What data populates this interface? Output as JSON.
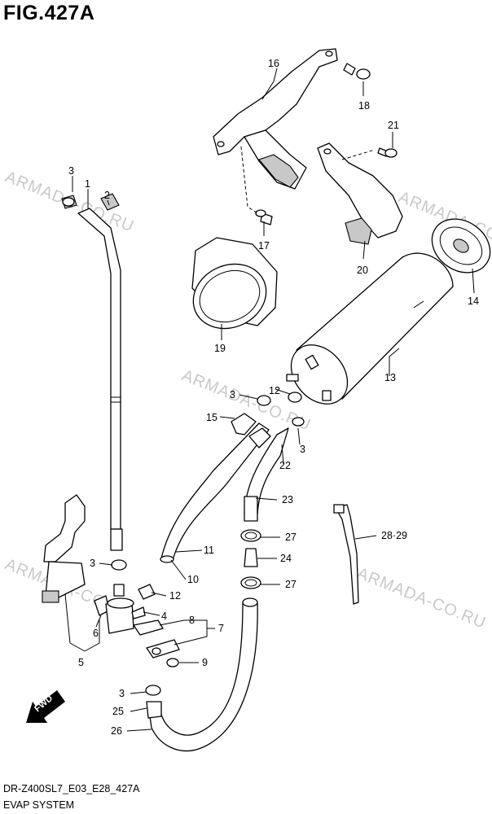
{
  "figure": {
    "title": "FIG.427A",
    "code": "DR-Z400SL7_E03_E28_427A",
    "name": "EVAP SYSTEM"
  },
  "watermark": "ARMADA-CO.RU",
  "fwd_label": "FWD",
  "callouts": {
    "c1": "1",
    "c2": "2",
    "c3a": "3",
    "c3b": "3",
    "c3c": "3",
    "c3d": "3",
    "c4": "4",
    "c5": "5",
    "c6": "6",
    "c7": "7",
    "c8": "8",
    "c9": "9",
    "c10": "10",
    "c11": "11",
    "c12a": "12",
    "c12b": "12",
    "c13": "13",
    "c14": "14",
    "c15": "15",
    "c16": "16",
    "c17": "17",
    "c18": "18",
    "c19": "19",
    "c20": "20",
    "c21": "21",
    "c22": "22",
    "c23": "23",
    "c24": "24",
    "c25": "25",
    "c26": "26",
    "c27a": "27",
    "c27b": "27",
    "c2829": "28·29"
  }
}
